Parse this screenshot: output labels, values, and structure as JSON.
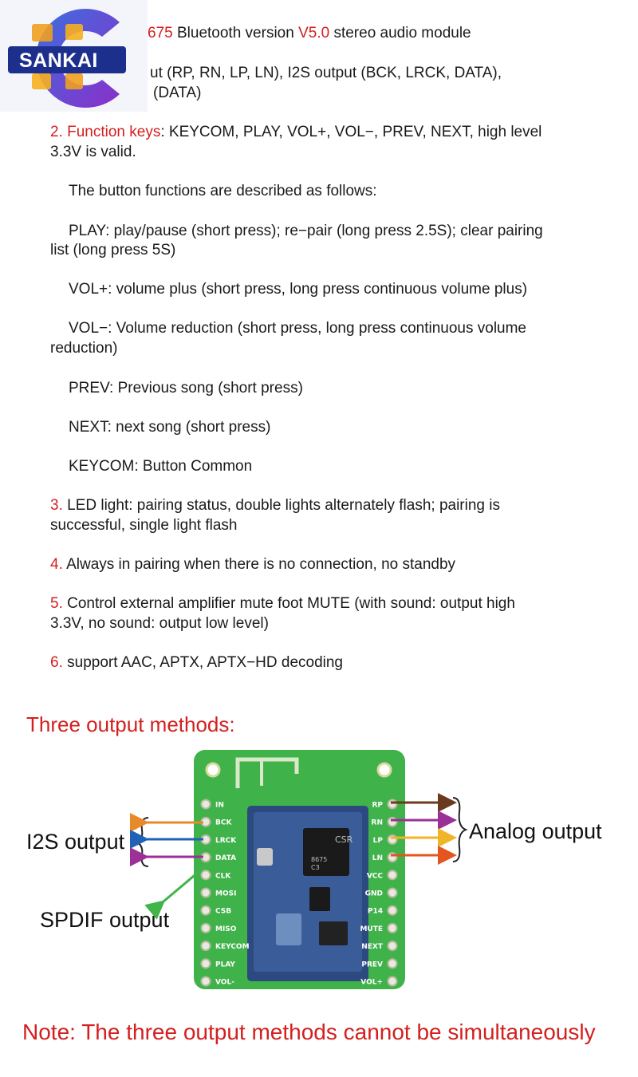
{
  "logo": {
    "text": "SANKAI"
  },
  "intro": {
    "line1_prefix": "675",
    "line1_mid": " Bluetooth version ",
    "line1_version": "V5.0",
    "line1_suffix": " stereo audio module",
    "line2": "ut (RP, RN, LP, LN), I2S output (BCK, LRCK, DATA),",
    "line3": "(DATA)"
  },
  "items": [
    {
      "num": "2. ",
      "label": "Function keys",
      "text": ": KEYCOM, PLAY, VOL+, VOL−, PREV, NEXT, high level",
      "text2": "3.3V is valid."
    },
    {
      "num": "3. ",
      "text": "LED light: pairing status, double lights alternately flash; pairing is",
      "text2": "successful, single light flash"
    },
    {
      "num": "4. ",
      "text": "Always in pairing when there is no connection, no standby"
    },
    {
      "num": "5. ",
      "text": "Control external amplifier mute foot MUTE (with sound: output high",
      "text2": "3.3V, no sound: output low level)"
    },
    {
      "num": "6. ",
      "text": "support AAC, APTX, APTX−HD decoding"
    }
  ],
  "buttons": {
    "intro": "The button functions are described as follows:",
    "play": "PLAY: play/pause (short press); re−pair (long press 2.5S); clear pairing",
    "play2": "list (long press 5S)",
    "volplus": "VOL+: volume plus (short press, long press continuous volume plus)",
    "volminus": "VOL−: Volume reduction (short press, long press continuous volume",
    "volminus2": "reduction)",
    "prev": "PREV: Previous song (short press)",
    "next": "NEXT: next song (short press)",
    "keycom": "KEYCOM: Button Common"
  },
  "diagram": {
    "heading": "Three output methods:",
    "i2s_label": "I2S output",
    "spdif_label": "SPDIF output",
    "analog_label": "Analog output",
    "left_pins": [
      "IN",
      "BCK",
      "LRCK",
      "DATA",
      "CLK",
      "MOSI",
      "CSB",
      "MISO",
      "KEYCOM",
      "PLAY",
      "VOL-"
    ],
    "right_pins": [
      "RP",
      "RN",
      "LP",
      "LN",
      "VCC",
      "GND",
      "P14",
      "MUTE",
      "NEXT",
      "PREV",
      "VOL+"
    ],
    "chip_text": [
      "CSR",
      "8675",
      "C3"
    ],
    "colors": {
      "orange": "#e8892a",
      "blue": "#1f62b8",
      "purple": "#9b3197",
      "green": "#3fb54a",
      "brown": "#6b3a1e",
      "gold": "#f0b428",
      "red_orange": "#e3561f",
      "board": "#3fb34a"
    }
  },
  "note": "Note: The three output methods cannot be simultaneously"
}
